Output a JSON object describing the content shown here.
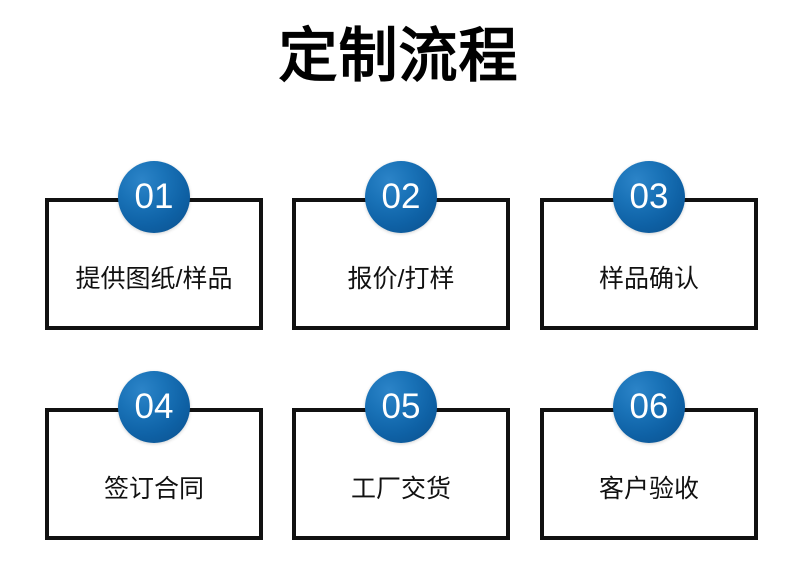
{
  "page": {
    "title": "定制流程",
    "background_color": "#ffffff",
    "accent_color": "#1270b8",
    "accent_color_dark": "#0a4f8c",
    "border_color": "#111111",
    "text_color": "#111111"
  },
  "flow": {
    "steps": [
      {
        "number": "01",
        "label": "提供图纸/样品"
      },
      {
        "number": "02",
        "label": "报价/打样"
      },
      {
        "number": "03",
        "label": "样品确认"
      },
      {
        "number": "04",
        "label": "签订合同"
      },
      {
        "number": "05",
        "label": "工厂交货"
      },
      {
        "number": "06",
        "label": "客户验收"
      }
    ]
  }
}
